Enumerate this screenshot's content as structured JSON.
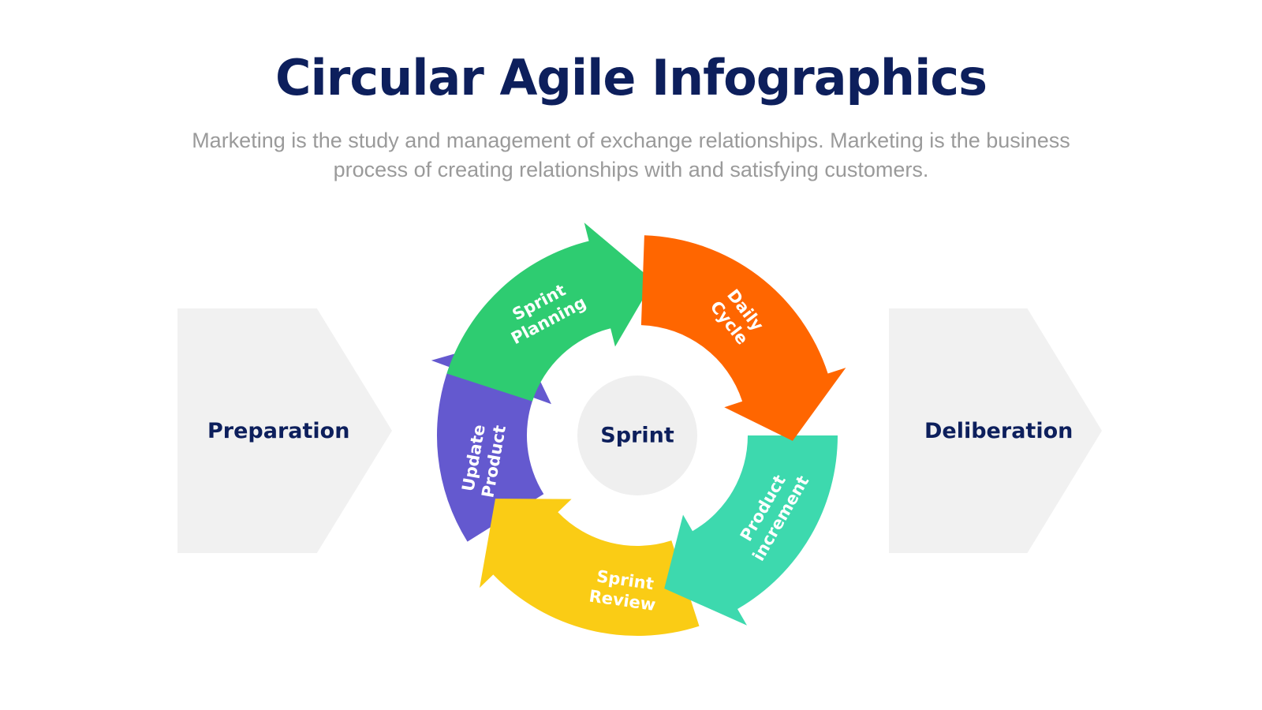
{
  "slide": {
    "title": "Circular Agile Infographics",
    "subtitle": "Marketing is the study and management of exchange relationships. Marketing is the business process of creating relationships with and satisfying customers."
  },
  "left_step": {
    "label": "Preparation"
  },
  "right_step": {
    "label": "Deliberation"
  },
  "cycle": {
    "center": "Sprint",
    "segments": [
      {
        "lines": [
          "Sprint",
          "Planning"
        ],
        "color": "#2ecc71"
      },
      {
        "lines": [
          "Daily",
          "Cycle"
        ],
        "color": "#ff6600"
      },
      {
        "lines": [
          "Product",
          "increment"
        ],
        "color": "#3dd9ae"
      },
      {
        "lines": [
          "Sprint",
          "Review"
        ],
        "color": "#facc15"
      },
      {
        "lines": [
          "Update",
          "Product"
        ],
        "color": "#6459cf"
      }
    ]
  },
  "colors": {
    "title": "#0d1f5c",
    "subtitle": "#9a9a9a",
    "side_arrow": "#f1f1f1",
    "center_circle": "#efefef"
  }
}
